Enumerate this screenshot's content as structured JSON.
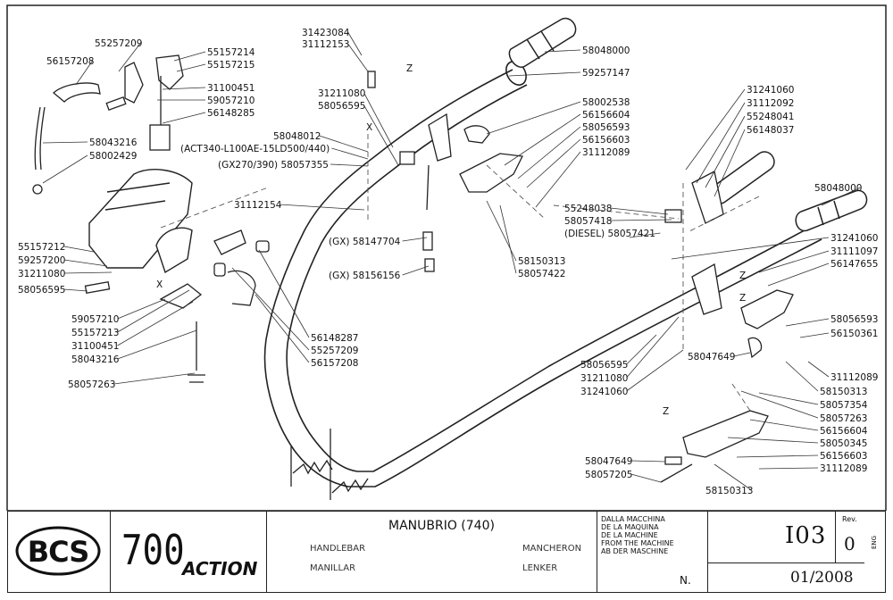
{
  "sheet": {
    "brand": "BCS",
    "model_number": "700",
    "model_name": "ACTION",
    "title": "MANUBRIO (740)",
    "translations": [
      "HANDLEBAR",
      "MANILLAR",
      "MANCHERON",
      "LENKER"
    ],
    "from_machine": [
      "DALLA MACCHINA",
      "DE LA MAQUINA",
      "DE LA MACHINE",
      "FROM THE MACHINE",
      "AB DER MASCHINE"
    ],
    "serial_label": "N.",
    "table_code": "I03",
    "rev_label": "Rev.",
    "rev_value": "0",
    "date": "01/2008",
    "side_code": "ENG"
  },
  "markers": [
    "Z",
    "X",
    "X",
    "Z",
    "Z",
    "Z"
  ],
  "parts": [
    "31423084",
    "31112153",
    "58048000",
    "59257147",
    "55257209",
    "56157208",
    "55157214",
    "55157215",
    "31100451",
    "59057210",
    "56148285",
    "58043216",
    "58002429",
    "31211080",
    "58056595",
    "58048012",
    "(ACT340-L100AE-15LD500/440)",
    "(GX270/390) 58057355",
    "31112154",
    "58002538",
    "56156604",
    "58056593",
    "56156603",
    "31112089",
    "(GX) 58147704",
    "(GX) 58156156",
    "55157212",
    "59257200",
    "31211080",
    "58056595",
    "58150313",
    "58057422",
    "55248038",
    "58057418",
    "(DIESEL) 58057421",
    "59057210",
    "55157213",
    "31100451",
    "58043216",
    "56148287",
    "55257209",
    "56157208",
    "58057263",
    "31241060",
    "31112092",
    "55248041",
    "56148037",
    "58048000",
    "31241060",
    "31111097",
    "56147655",
    "58056593",
    "56150361",
    "58056595",
    "31211080",
    "31241060",
    "58047649",
    "31112089",
    "58150313",
    "58057354",
    "58057263",
    "56156604",
    "58050345",
    "56156603",
    "31112089",
    "58047649",
    "58057205",
    "58150313"
  ]
}
